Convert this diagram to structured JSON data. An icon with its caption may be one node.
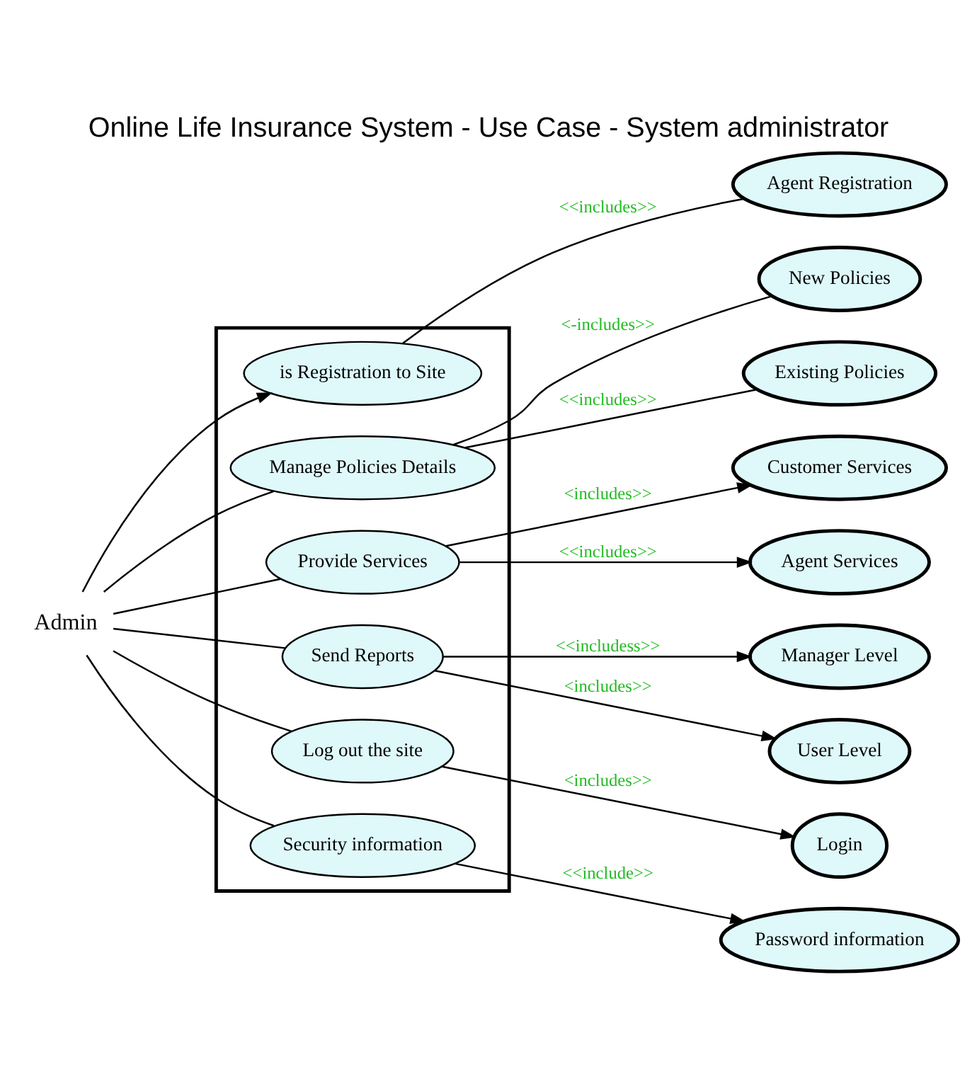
{
  "diagram": {
    "title": "Online Life Insurance System - Use Case - System administrator",
    "nodes": [
      {
        "text": [
          "Admin"
        ]
      },
      {
        "text": [],
        "shape": "box"
      },
      {
        "text": [
          "is Registration to Site"
        ],
        "in": 1
      },
      {
        "text": [
          "Manage Policies Details"
        ],
        "in": 1
      },
      {
        "text": [
          "Provide Services"
        ],
        "in": 1
      },
      {
        "text": [
          "Send Reports"
        ],
        "in": 1
      },
      {
        "text": [
          "Log out the site"
        ],
        "in": 1
      },
      {
        "text": [
          "Security information"
        ],
        "in": 1
      },
      {
        "text": [
          "Agent Registration"
        ]
      },
      {
        "text": [
          "New Policies"
        ]
      },
      {
        "text": [
          "Existing Policies"
        ]
      },
      {
        "text": [
          "Customer Services"
        ]
      },
      {
        "text": [
          "Agent Services"
        ]
      },
      {
        "text": [
          "Manager Level"
        ]
      },
      {
        "text": [
          "User Level"
        ]
      },
      {
        "text": [
          "Login"
        ]
      },
      {
        "text": [
          "Password information"
        ]
      }
    ],
    "edges": [
      {
        "from": 0,
        "to": 2,
        "arrow": "to"
      },
      {
        "from": 0,
        "to": 3,
        "arrow": "none"
      },
      {
        "from": 0,
        "to": 4,
        "arrow": "none"
      },
      {
        "from": 0,
        "to": 5,
        "arrow": "none"
      },
      {
        "from": 0,
        "to": 6,
        "arrow": "none"
      },
      {
        "from": 0,
        "to": 7,
        "arrow": "none"
      },
      {
        "from": 2,
        "to": 8,
        "arrow": "none",
        "label": "<<includes>>"
      },
      {
        "from": 3,
        "to": 9,
        "arrow": "none",
        "label": "<-includes>>"
      },
      {
        "from": 3,
        "to": 10,
        "arrow": "none",
        "label": "<<includes>>"
      },
      {
        "from": 4,
        "to": 11,
        "arrow": "to",
        "label": "<includes>>"
      },
      {
        "from": 4,
        "to": 12,
        "arrow": "to",
        "label": "<<includes>>"
      },
      {
        "from": 5,
        "to": 13,
        "arrow": "to",
        "label": "<<includess>>"
      },
      {
        "from": 5,
        "to": 14,
        "arrow": "to",
        "label": "<includes>>"
      },
      {
        "from": 6,
        "to": 15,
        "arrow": "to",
        "label": "<includes>>"
      },
      {
        "from": 7,
        "to": 16,
        "arrow": "to",
        "label": "<<include>>"
      }
    ]
  }
}
